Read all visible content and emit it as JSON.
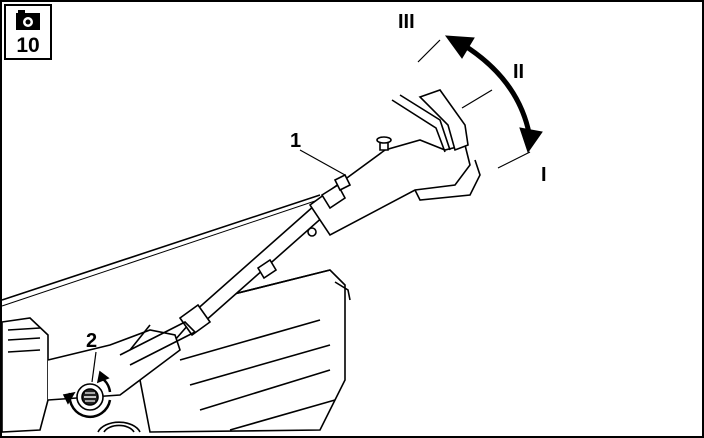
{
  "badge": {
    "icon": "camera-icon",
    "number": "10"
  },
  "callouts": {
    "handle": "1",
    "adjust_knob": "2"
  },
  "positions": {
    "high": "III",
    "mid": "II",
    "low": "I"
  },
  "colors": {
    "line": "#000000",
    "fill": "#ffffff"
  }
}
